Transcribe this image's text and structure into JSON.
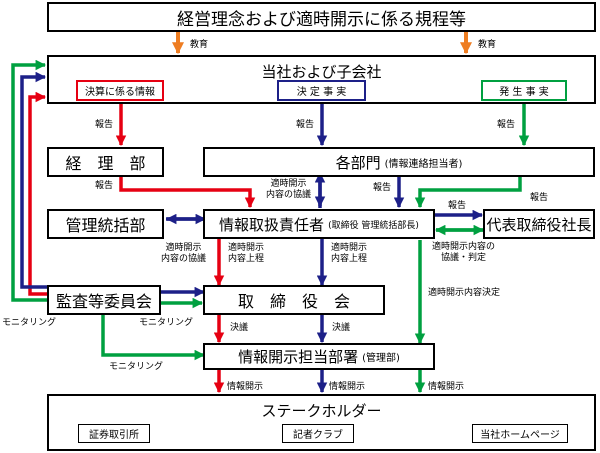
{
  "title": "経営理念および適時開示に係る規程等",
  "education_label": "教育",
  "company": {
    "title": "当社および子会社",
    "settlement_info": "決算に係る情報",
    "decision_facts": "決 定 事 実",
    "occurrence_facts": "発 生 事 実"
  },
  "report_label": "報告",
  "keiri": "経　理　部",
  "departments": {
    "name": "各部門",
    "note": "(情報連絡担当者)"
  },
  "kanri_tokatsu": "管理統括部",
  "info_manager": {
    "name": "情報取扱責任者",
    "note": "(取締役 管理統括部長)"
  },
  "representative": "代表取締役社長",
  "audit_committee": "監査等委員会",
  "board": "取　締　役　会",
  "disclosure_dept": {
    "name": "情報開示担当部署",
    "note": "(管理部)"
  },
  "stakeholders": {
    "title": "ステークホルダー",
    "items": [
      "証券取引所",
      "記者クラブ",
      "当社ホームページ"
    ]
  },
  "annotations": {
    "disclosure_consult_1": "適時開示",
    "disclosure_consult_2": "内容の協議",
    "disclosure_propose_1": "適時開示",
    "disclosure_propose_2": "内容上程",
    "consult_judge_1": "適時開示内容の",
    "consult_judge_2": "協議・判定",
    "disclosure_decision": "適時開示内容決定",
    "resolution": "決議",
    "monitoring": "モニタリング",
    "info_disclosure": "情報開示"
  },
  "colors": {
    "education": "#ee7d22",
    "settlement": "#e60012",
    "decision": "#1d2088",
    "occurrence": "#00a040",
    "border": "#000000"
  }
}
